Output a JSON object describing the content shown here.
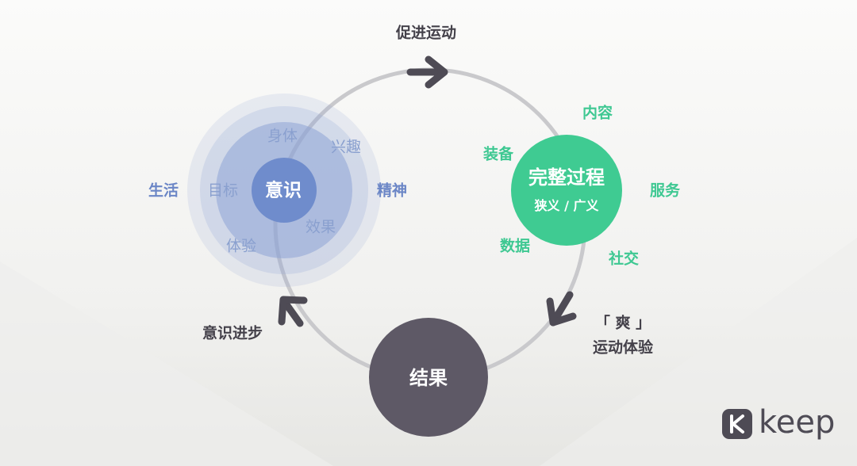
{
  "top_label": "促进运动",
  "awareness": {
    "center": "意识",
    "inner_ring": [
      "身体",
      "兴趣",
      "目标",
      "效果",
      "体验"
    ],
    "outer": [
      "生活",
      "精神"
    ]
  },
  "process": {
    "title": "完整过程",
    "subtitle": "狭义 / 广义",
    "tags": [
      "内容",
      "装备",
      "服务",
      "数据",
      "社交"
    ]
  },
  "experience_label": {
    "line1": "「 爽 」",
    "line2": "运动体验"
  },
  "progress_label": "意识进步",
  "result": "结果",
  "brand": "keep",
  "colors": {
    "ring": "#c9c9cc",
    "arrow": "#4e4b55",
    "awareness_core": "#6f8ccc",
    "process_circle": "#3fcb92",
    "result_circle": "#5e5966"
  }
}
